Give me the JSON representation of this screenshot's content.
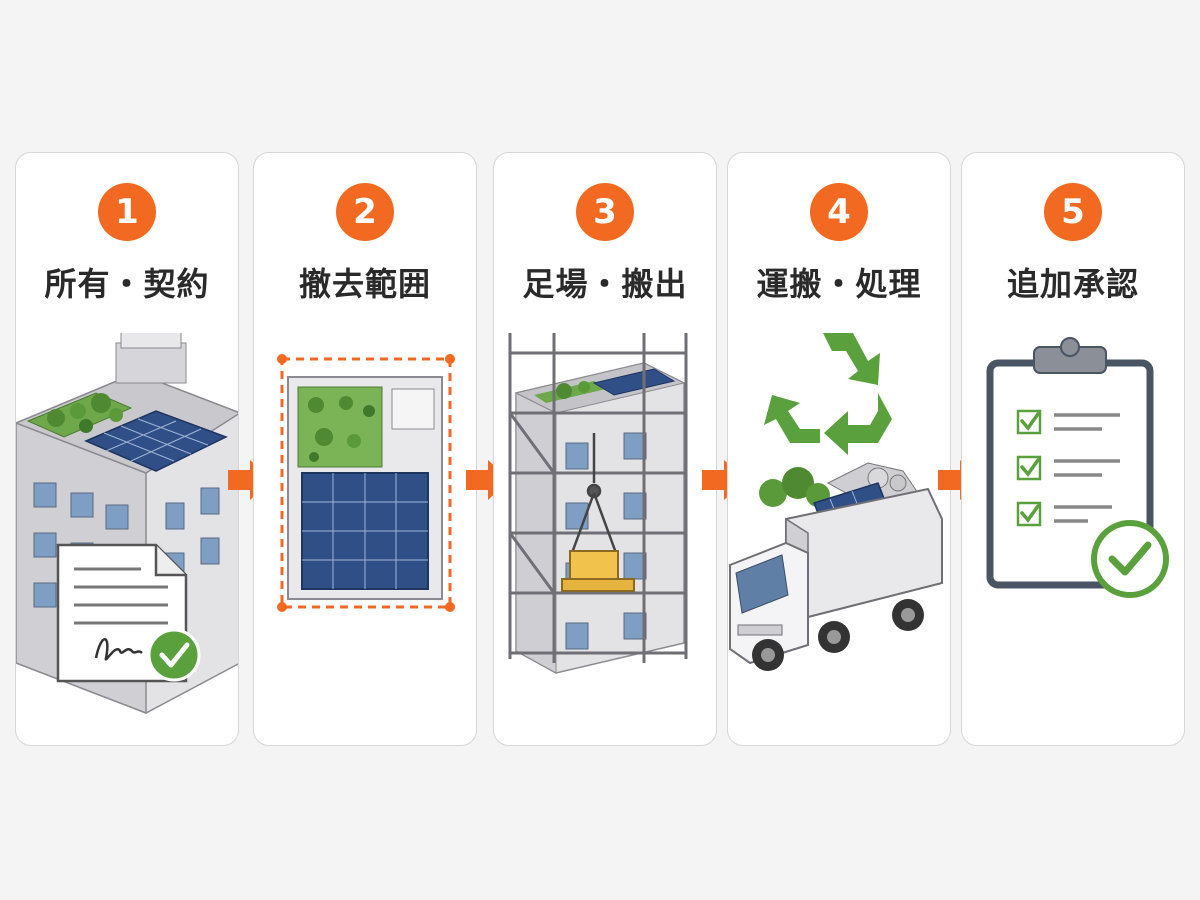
{
  "colors": {
    "accent": "#f26a21",
    "green": "#5aa03c",
    "panel_blue": "#2f4f86",
    "card_border": "#d6d6d9"
  },
  "steps": [
    {
      "number": "1",
      "title": "所有・契約",
      "icons": [
        "building-icon",
        "rooftop-garden-icon",
        "solar-panel-icon",
        "contract-document-icon",
        "signature-icon",
        "check-icon"
      ]
    },
    {
      "number": "2",
      "title": "撤去範囲",
      "icons": [
        "roof-plan-icon",
        "removal-area-dashed-icon",
        "solar-panel-icon"
      ]
    },
    {
      "number": "3",
      "title": "足場・搬出",
      "icons": [
        "scaffolding-icon",
        "building-icon",
        "crane-hook-icon",
        "crate-icon"
      ]
    },
    {
      "number": "4",
      "title": "運搬・処理",
      "icons": [
        "recycle-icon",
        "dump-truck-icon",
        "debris-icon"
      ]
    },
    {
      "number": "5",
      "title": "追加承認",
      "icons": [
        "clipboard-icon",
        "checklist-icon",
        "check-icon"
      ]
    }
  ]
}
